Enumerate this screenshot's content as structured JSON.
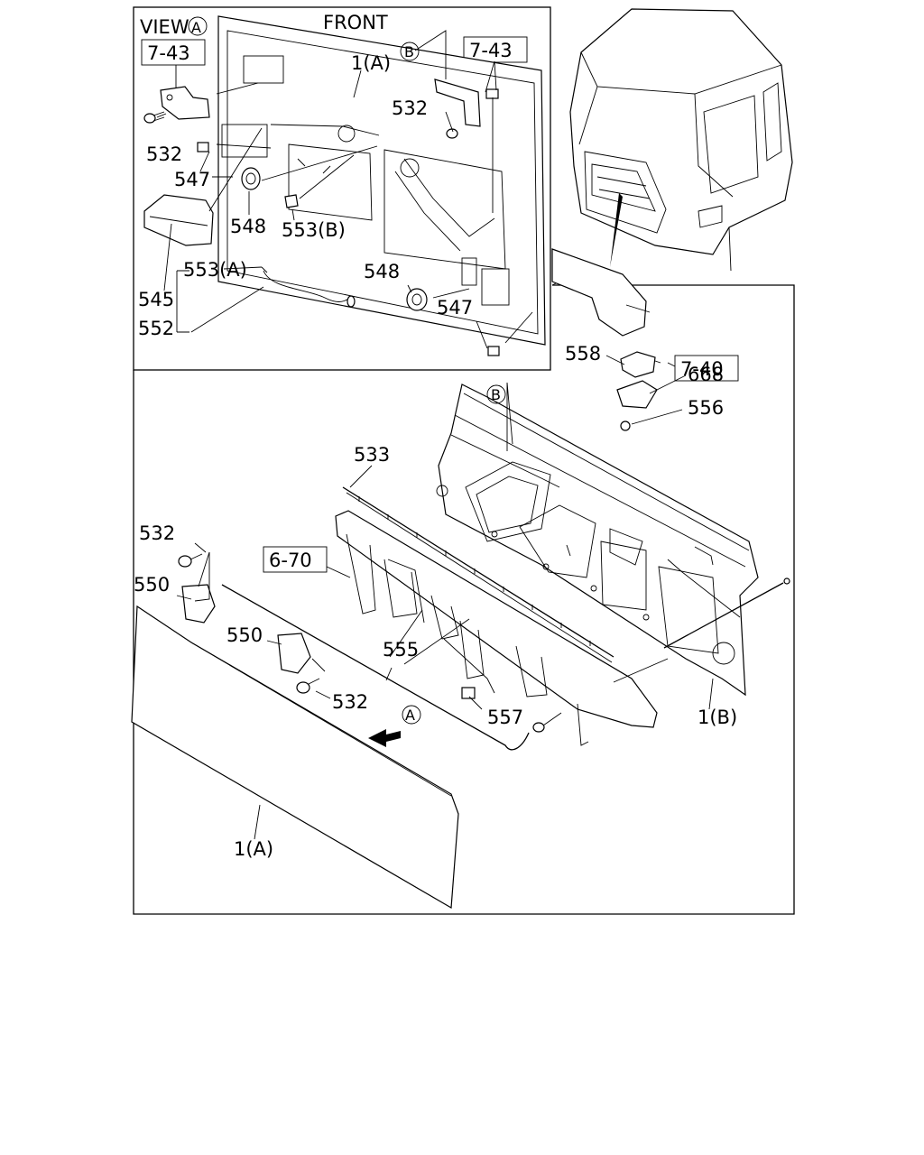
{
  "view_label": {
    "text": "VIEW",
    "circle_letter": "A"
  },
  "front_label": "FRONT",
  "ref_boxes": {
    "top_left": "7-43",
    "top_right": "7-43",
    "right": "7-40",
    "center": "6-70"
  },
  "circle_markers": {
    "b_view": "B",
    "b_main": "B",
    "a_main": "A"
  },
  "callouts": {
    "c_1a_view": "1(A)",
    "c_532_tl": "532",
    "c_547_l": "547",
    "c_548_l": "548",
    "c_553b": "553(B)",
    "c_553a": "553(A)",
    "c_545": "545",
    "c_552": "552",
    "c_532_tr": "532",
    "c_548_r": "548",
    "c_547_r": "547",
    "c_558": "558",
    "c_668": "668",
    "c_556": "556",
    "c_533": "533",
    "c_532_ml": "532",
    "c_550_l": "550",
    "c_550_m": "550",
    "c_555": "555",
    "c_532_mm": "532",
    "c_557": "557",
    "c_1b": "1(B)",
    "c_1a_main": "1(A)"
  }
}
